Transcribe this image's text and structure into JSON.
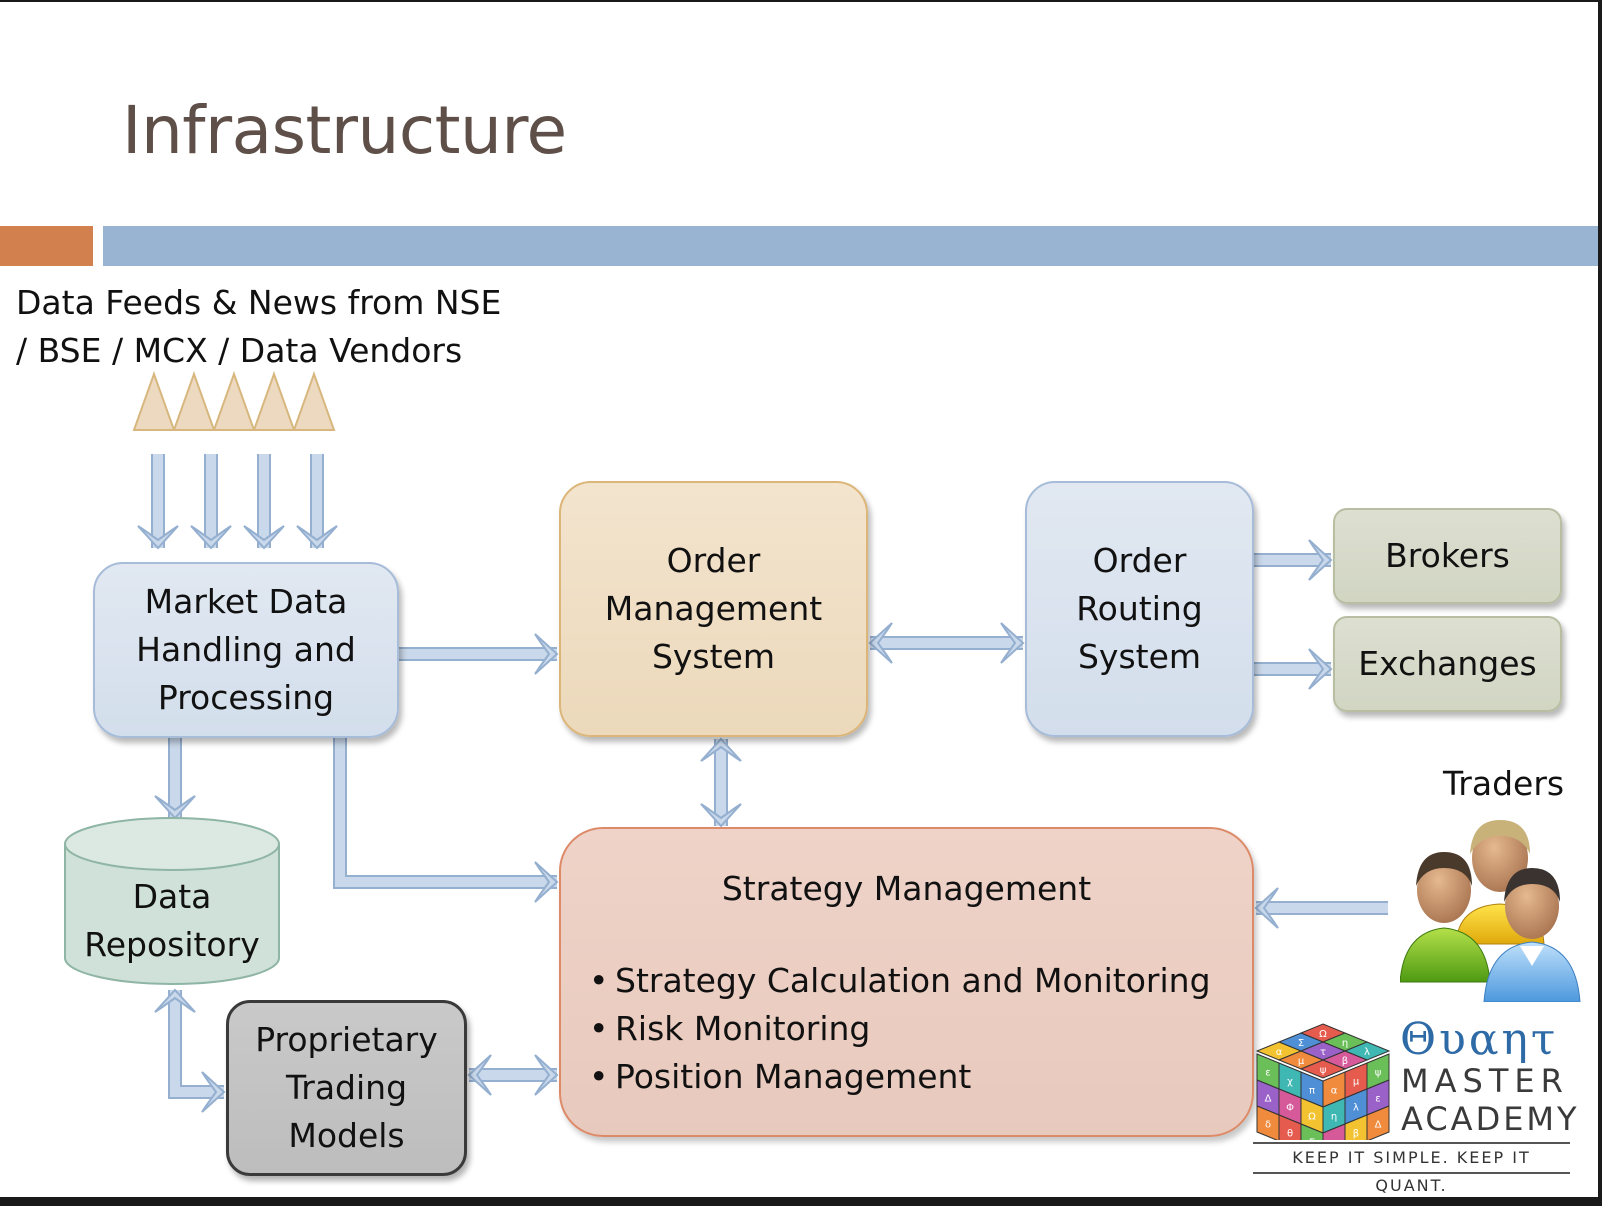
{
  "slide": {
    "title": "Infrastructure",
    "colors": {
      "title": "#5f4f49",
      "accent_orange": "#d2814e",
      "accent_blue": "#98b4d2"
    }
  },
  "data_feeds": {
    "line1": "Data Feeds  & News from NSE",
    "line2": "/ BSE / MCX / Data Vendors",
    "source_count": 5
  },
  "nodes": {
    "market_data": {
      "line1": "Market Data",
      "line2": "Handling and",
      "line3": "Processing"
    },
    "oms": {
      "line1": "Order",
      "line2": "Management",
      "line3": "System"
    },
    "ors": {
      "line1": "Order",
      "line2": "Routing",
      "line3": "System"
    },
    "brokers": "Brokers",
    "exchanges": "Exchanges",
    "repository": {
      "line1": "Data",
      "line2": "Repository"
    },
    "proprietary": {
      "line1": "Proprietary",
      "line2": "Trading",
      "line3": "Models"
    },
    "strategy": {
      "title": "Strategy Management",
      "items": [
        "Strategy Calculation and Monitoring",
        "Risk Monitoring",
        "Position Management"
      ]
    },
    "traders": "Traders"
  },
  "logo": {
    "name_line1": "Θυαητ",
    "name_line2": "MASTER",
    "name_line3": "ACADEMY",
    "tagline": "KEEP IT SIMPLE. KEEP IT QUANT.",
    "cube_glyphs": [
      "Ω",
      "Σ",
      "α",
      "η",
      "τ",
      "μ",
      "λ",
      "β",
      "ψ",
      "ε",
      "Δ",
      "δ",
      "χ",
      "Φ",
      "θ",
      "π"
    ]
  },
  "edges": [
    {
      "from": "Data Feeds",
      "to": "Market Data Handling and Processing",
      "direction": "forward"
    },
    {
      "from": "Market Data Handling and Processing",
      "to": "Order Management System",
      "direction": "forward"
    },
    {
      "from": "Market Data Handling and Processing",
      "to": "Data Repository",
      "direction": "forward"
    },
    {
      "from": "Market Data Handling and Processing",
      "to": "Strategy Management",
      "direction": "forward"
    },
    {
      "from": "Order Management System",
      "to": "Order Routing System",
      "direction": "both"
    },
    {
      "from": "Order Routing System",
      "to": "Brokers",
      "direction": "forward"
    },
    {
      "from": "Order Routing System",
      "to": "Exchanges",
      "direction": "forward"
    },
    {
      "from": "Order Management System",
      "to": "Strategy Management",
      "direction": "both"
    },
    {
      "from": "Data Repository",
      "to": "Proprietary Trading Models",
      "direction": "both"
    },
    {
      "from": "Proprietary Trading Models",
      "to": "Strategy Management",
      "direction": "both"
    },
    {
      "from": "Traders",
      "to": "Strategy Management",
      "direction": "forward"
    }
  ],
  "diagram_colors": {
    "arrow_fill": "#c9d8ea",
    "arrow_stroke": "#94afcf",
    "triangle_fill": "#ecd9bf",
    "triangle_stroke": "#d8b77f",
    "repo_fill": "#cfe1d8",
    "repo_stroke": "#8fb5a4"
  }
}
